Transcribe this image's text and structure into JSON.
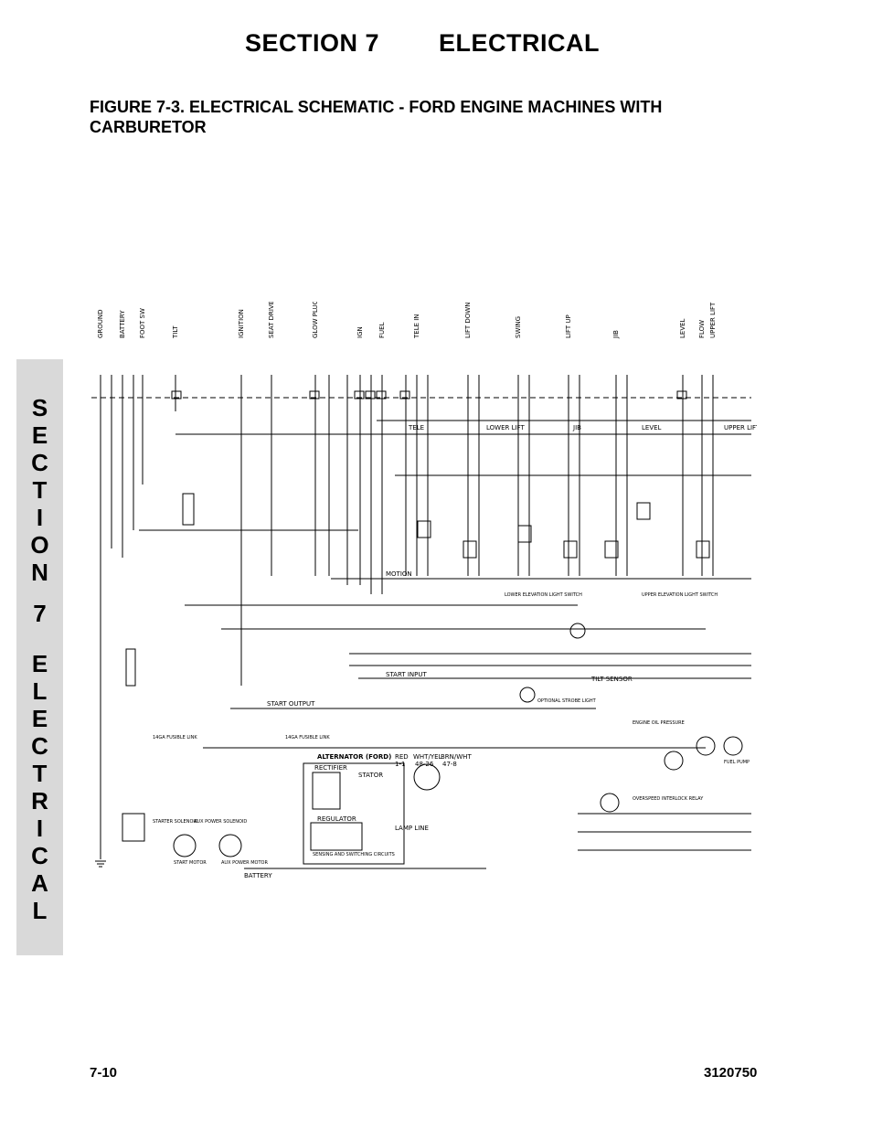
{
  "header": {
    "section_number": "SECTION 7",
    "section_name": "ELECTRICAL"
  },
  "figure": {
    "title": "FIGURE 7-3. ELECTRICAL SCHEMATIC - FORD ENGINE MACHINES WITH CARBURETOR"
  },
  "side_tab": {
    "letters": [
      "S",
      "E",
      "C",
      "T",
      "I",
      "O",
      "N",
      "7",
      "E",
      "L",
      "E",
      "C",
      "T",
      "R",
      "I",
      "C",
      "A",
      "L"
    ]
  },
  "schematic": {
    "top_labels": [
      "GROUND",
      "BATTERY",
      "FOOT SW",
      "TILT",
      "IGNITION",
      "SEAT DRIVE",
      "GLOW PLUG",
      "IGN",
      "FUEL",
      "TELE IN",
      "LIFT DOWN",
      "SWING",
      "LIFT UP",
      "JIB",
      "LEVEL",
      "FLOW",
      "UPPER LIFT"
    ],
    "component_labels": {
      "tele": "TELE",
      "lower_lift": "LOWER LIFT",
      "jib": "JIB",
      "level": "LEVEL",
      "upper_lift": "UPPER LIFT",
      "tilt_sensor": "TILT SENSOR",
      "alternator": "ALTERNATOR (FORD)",
      "rectifier": "RECTIFIER",
      "stator": "STATOR",
      "regulator": "REGULATOR",
      "sensing_circuits": "SENSING AND SWITCHING CIRCUITS",
      "lamp_line": "LAMP LINE",
      "battery": "BATTERY",
      "starter_solenoid": "STARTER SOLENOID",
      "aux_power_solenoid": "AUX POWER SOLENOID",
      "start_motor": "START MOTOR",
      "aux_power_motor": "AUX POWER MOTOR",
      "fusible_link_1": "14GA FUSIBLE LINK",
      "fusible_link_2": "14GA FUSIBLE LINK",
      "fuel_pump": "FUEL PUMP",
      "engine_oil_pressure": "ENGINE OIL PRESSURE",
      "optional_strobe": "OPTIONAL STROBE LIGHT",
      "start_output": "START OUTPUT",
      "start_input": "START INPUT",
      "motion": "MOTION",
      "lower_elevation": "LOWER ELEVATION LIGHT SWITCH",
      "upper_elevation": "UPPER ELEVATION LIGHT SWITCH",
      "overspeed": "OVERSPEED INTERLOCK RELAY",
      "red_text": "RED",
      "red_num": "1-1",
      "wht_yel": "WHT/YEL",
      "wht_yel_num": "48-26",
      "brn_wht": "BRN/WHT",
      "brn_wht_num": "47-8"
    }
  },
  "footer": {
    "page_number": "7-10",
    "doc_number": "3120750"
  }
}
